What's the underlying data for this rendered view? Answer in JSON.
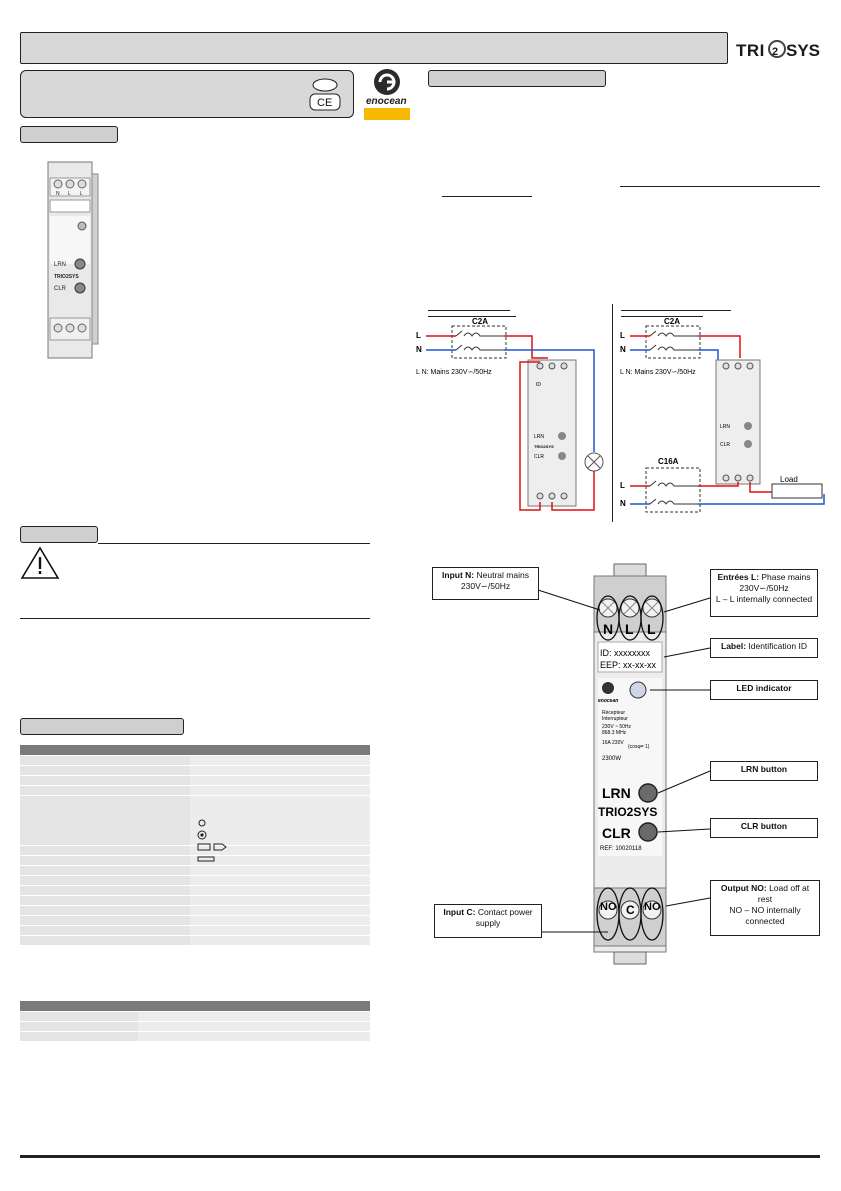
{
  "brand": {
    "logo_text": "TRIO2SYS",
    "enocean_text": "enocean"
  },
  "device": {
    "terminal_labels_top": [
      "N",
      "L",
      "L"
    ],
    "terminal_labels_bottom": [
      "NO",
      "C",
      "NO"
    ],
    "id_text": "ID: xxxxxxxx",
    "eep_text": "EEP: xx-xx-xx",
    "product_lines": [
      "Récepteur",
      "Interrupteur",
      "230V ~ 50Hz",
      "868.3 MHz"
    ],
    "rating_text": "16A 230V",
    "cos_text": "(cosφ= 1)",
    "power_text": "2300W",
    "lrn_label": "LRN",
    "clr_label": "CLR",
    "ref_text": "REF: 10020118"
  },
  "wiring": {
    "left": {
      "breaker": "C2A",
      "line_labels": [
        "L",
        "N"
      ],
      "mains_text": "L N: Mains 230V∽/50Hz"
    },
    "right": {
      "breaker": "C2A",
      "breaker2": "C16A",
      "line_labels": [
        "L",
        "N"
      ],
      "line_labels2": [
        "L",
        "N"
      ],
      "mains_text": "L N: Mains 230V∽/50Hz",
      "load_text": "Load"
    }
  },
  "callouts": {
    "input_n": {
      "title": "Input N:",
      "text": " Neutral mains",
      "text2": "230V∽/50Hz"
    },
    "entrees_l": {
      "title": "Entrées L:",
      "text": " Phase mains",
      "text2": "230V∽/50Hz",
      "text3": "L – L internally connected"
    },
    "label_id": {
      "title": "Label:",
      "text": " Identification ID"
    },
    "led": {
      "text": "LED indicator"
    },
    "lrn": {
      "text": "LRN button"
    },
    "clr": {
      "text": "CLR button"
    },
    "output_no": {
      "title": "Output NO:",
      "text": " Load off at rest",
      "text2": "NO – NO internally connected"
    },
    "input_c": {
      "title": "Input C:",
      "text": " Contact power supply"
    }
  },
  "certification": {
    "ce_mark": "CE"
  }
}
